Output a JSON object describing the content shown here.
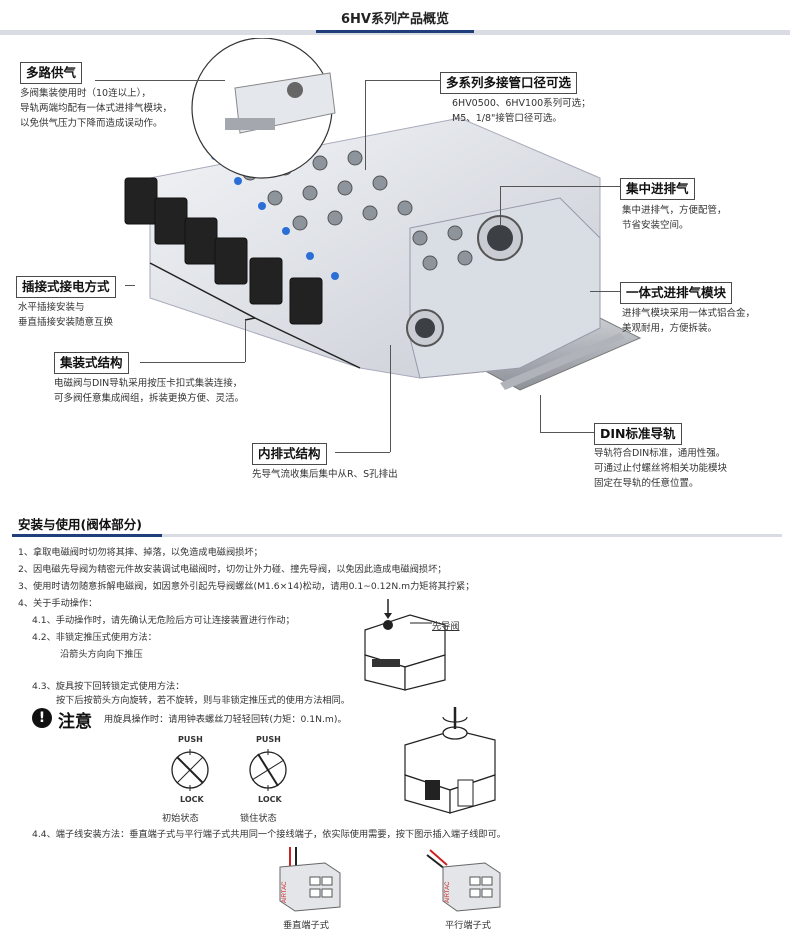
{
  "title": "6HV系列产品概览",
  "callouts": {
    "multi_supply": {
      "label": "多路供气",
      "desc": [
        "多阀集装使用时（10连以上），",
        "导轨两端均配有一体式进排气模块，",
        "以免供气压力下降而造成误动作。"
      ]
    },
    "ports": {
      "label": "多系列多接管口径可选",
      "desc": [
        "6HV0500、6HV100系列可选；",
        "M5、1/8\"接管口径可选。"
      ]
    },
    "central": {
      "label": "集中进排气",
      "desc": [
        "集中进排气，方便配管，",
        "节省安装空间。"
      ]
    },
    "plug": {
      "label": "插接式接电方式",
      "desc": [
        "水平插接安装与",
        "垂直插接安装随意互换"
      ]
    },
    "integrated": {
      "label": "一体式进排气模块",
      "desc": [
        "进排气模块采用一体式铝合金，",
        "美观耐用，方便拆装。"
      ]
    },
    "assembly": {
      "label": "集装式结构",
      "desc": [
        "电磁阀与DIN导轨采用按压卡扣式集装连接，",
        "可多阀任意集成阀组，拆装更换方便、灵活。"
      ]
    },
    "din": {
      "label": "DIN标准导轨",
      "desc": [
        "导轨符合DIN标准，通用性强。",
        "可通过止付螺丝将相关功能模块",
        "固定在导轨的任意位置。"
      ]
    },
    "exhaust": {
      "label": "内排式结构",
      "desc": [
        "先导气流收集后集中从R、S孔排出"
      ]
    }
  },
  "section_title": "安装与使用(阀体部分)",
  "instructions": {
    "i1": "1、拿取电磁阀时切勿将其摔、掉落，以免造成电磁阀损坏；",
    "i2": "2、因电磁先导阀为精密元件故安装调试电磁阀时，切勿让外力碰、撞先导阀，以免因此造成电磁阀损坏；",
    "i3": "3、使用时请勿随意拆解电磁阀，如因意外引起先导阀螺丝(M1.6×14)松动，请用0.1~0.12N.m力矩将其拧紧；",
    "i4": "4、关于手动操作：",
    "i41": "4.1、手动操作时，请先确认无危险后方可让连接装置进行作动；",
    "i42": "4.2、非锁定推压式使用方法：",
    "i42a": "沿箭头方向向下推压",
    "i43": "4.3、旋具按下回转锁定式使用方法：",
    "i43a": "按下后按箭头方向旋转，若不旋转，则与非锁定推压式的使用方法相同。",
    "i44": "4.4、端子线安装方法：垂直端子式与平行端子式共用同一个接线端子，依实际使用需要，按下图示插入端子线即可。"
  },
  "pilot_label": "先导阀",
  "warning": {
    "icon": "!",
    "word": "注意",
    "text": "用旋具操作时：请用钟表螺丝刀轻轻回转(力矩：0.1N.m)。"
  },
  "lock_dials": [
    {
      "push": "PUSH",
      "lock": "LOCK",
      "caption": "初始状态"
    },
    {
      "push": "PUSH",
      "lock": "LOCK",
      "caption": "锁住状态"
    }
  ],
  "terminals": [
    {
      "caption": "垂直端子式",
      "brand": "AIRTAC"
    },
    {
      "caption": "平行端子式",
      "brand": "AIRTAC"
    }
  ]
}
